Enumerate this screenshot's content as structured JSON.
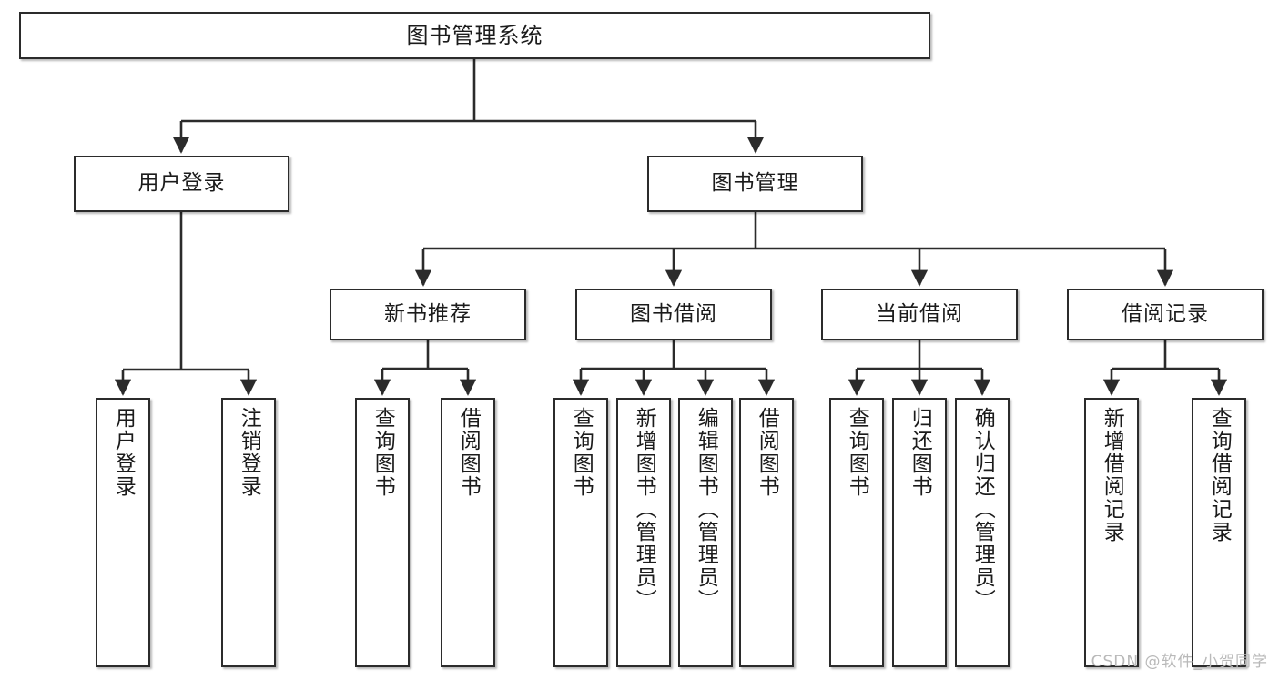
{
  "diagram": {
    "title": "图书管理系统",
    "watermark": "CSDN @软件_小贺同学",
    "line_color": "#2b2b2b",
    "box_fill": "#ffffff",
    "text_color": "#1b1b1b",
    "watermark_color": "#b9b9b9",
    "type": "tree-hierarchy-chart"
  },
  "root": {
    "label": "图书管理系统"
  },
  "level2": [
    {
      "label": "用户登录"
    },
    {
      "label": "图书管理"
    }
  ],
  "level3": [
    {
      "label": "新书推荐"
    },
    {
      "label": "图书借阅"
    },
    {
      "label": "当前借阅"
    },
    {
      "label": "借阅记录"
    }
  ],
  "leaves": {
    "user_login": [
      {
        "label": "用户登录"
      },
      {
        "label": "注销登录"
      }
    ],
    "new_book_recommend": [
      {
        "label": "查询图书"
      },
      {
        "label": "借阅图书"
      }
    ],
    "book_borrow": [
      {
        "label": "查询图书"
      },
      {
        "label": "新增图书（管理员）"
      },
      {
        "label": "编辑图书（管理员）"
      },
      {
        "label": "借阅图书"
      }
    ],
    "current_borrow": [
      {
        "label": "查询图书"
      },
      {
        "label": "归还图书"
      },
      {
        "label": "确认归还（管理员）"
      }
    ],
    "borrow_record": [
      {
        "label": "新增借阅记录"
      },
      {
        "label": "查询借阅记录"
      }
    ]
  }
}
